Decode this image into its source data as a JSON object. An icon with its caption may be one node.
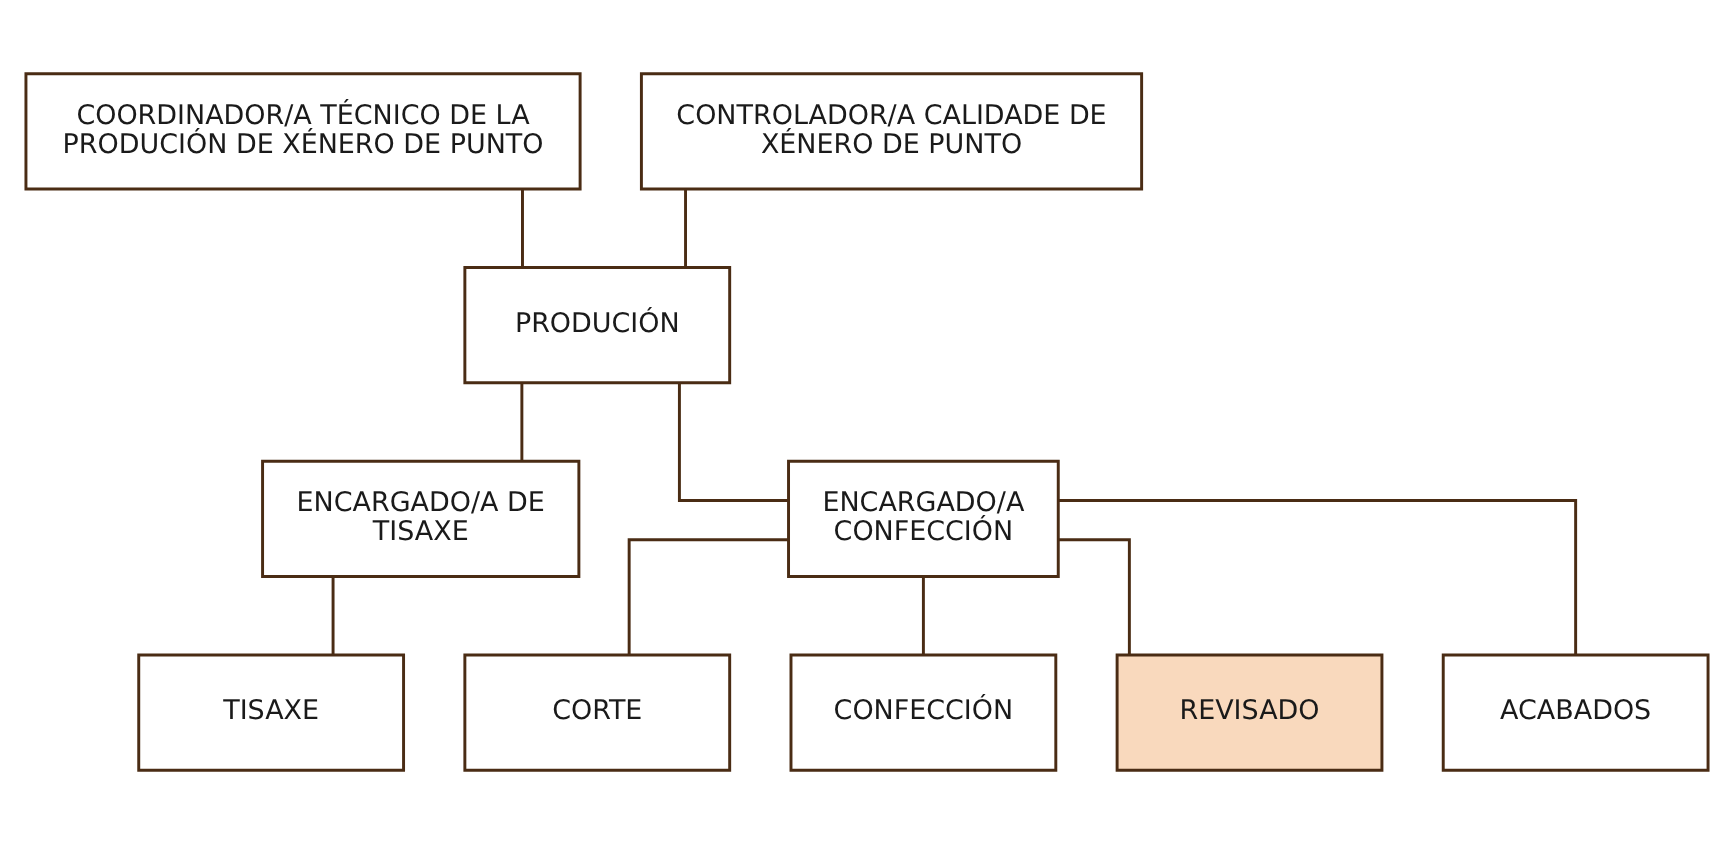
{
  "diagram": {
    "nodes": [
      {
        "text": [
          "COORDINADOR/A TÉCNICO DE LA PRODUCIÓN DE XÉNERO DE PUNTO"
        ]
      },
      {
        "text": [
          "CONTROLADOR/A CALIDADE DE XÉNERO DE PUNTO"
        ]
      },
      {
        "text": [
          "PRODUCIÓN"
        ]
      },
      {
        "text": [
          "ENCARGADO/A DE TISAXE"
        ]
      },
      {
        "text": [
          "ENCARGADO/A CONFECCIÓN"
        ]
      },
      {
        "text": [
          "TISAXE"
        ]
      },
      {
        "text": [
          "CORTE"
        ]
      },
      {
        "text": [
          "CONFECCIÓN"
        ]
      },
      {
        "text": [
          "REVISADO"
        ]
      },
      {
        "text": [
          "ACABADOS"
        ]
      }
    ],
    "edges": [
      {
        "from": 0,
        "to": 2,
        "arrow": "none"
      },
      {
        "from": 1,
        "to": 2,
        "arrow": "none"
      },
      {
        "from": 2,
        "to": 3,
        "arrow": "none"
      },
      {
        "from": 2,
        "to": 4,
        "arrow": "none"
      },
      {
        "from": 3,
        "to": 5,
        "arrow": "none"
      },
      {
        "from": 4,
        "to": 6,
        "arrow": "none"
      },
      {
        "from": 4,
        "to": 7,
        "arrow": "none"
      },
      {
        "from": 4,
        "to": 8,
        "arrow": "none"
      },
      {
        "from": 4,
        "to": 9,
        "arrow": "none"
      }
    ]
  }
}
